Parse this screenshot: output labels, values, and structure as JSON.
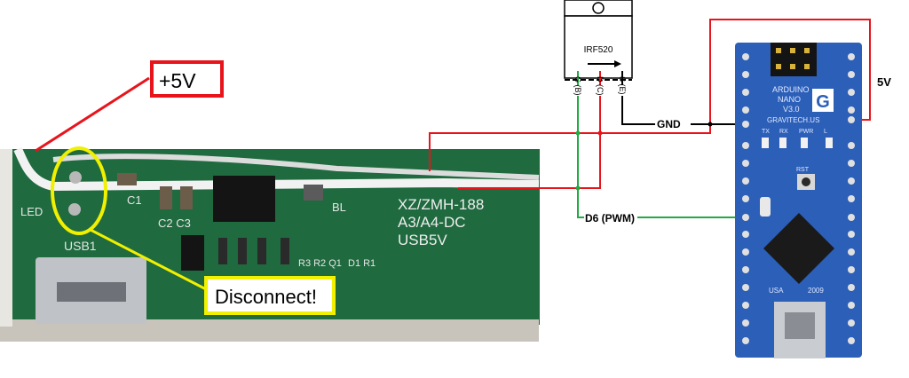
{
  "callouts": {
    "plus5v": "+5V",
    "disconnect": "Disconnect!"
  },
  "pcb": {
    "model_line1": "XZ/ZMH-188",
    "model_line2": "A3/A4-DC",
    "model_line3": "USB5V",
    "led_label": "LED",
    "usb_label": "USB1",
    "c1": "C1",
    "c2c3": "C2 C3",
    "bl": "BL",
    "resistors": "R3 R2 Q1",
    "d1r1": "D1 R1"
  },
  "mosfet": {
    "name": "IRF520",
    "pin_g": "G (B)",
    "pin_d": "D (C)",
    "pin_s": "S (E)"
  },
  "wires": {
    "gnd": "GND",
    "d6": "D6 (PWM)",
    "v5": "5V"
  },
  "arduino": {
    "line1": "ARDUINO",
    "line2": "NANO",
    "line3": "V3.0",
    "brand": "GRAVITECH.US",
    "year": "2009",
    "usa": "USA",
    "logo": "G",
    "rst": "RST",
    "tx": "TX",
    "rx": "RX",
    "pwr": "PWR",
    "l": "L"
  },
  "colors": {
    "red_wire": "#e8141b",
    "green_wire": "#22aa44",
    "black_wire": "#000000",
    "yellow_callout": "#f0f000",
    "pcb_green": "#1f6a3f",
    "arduino_blue": "#2c5fb8"
  }
}
